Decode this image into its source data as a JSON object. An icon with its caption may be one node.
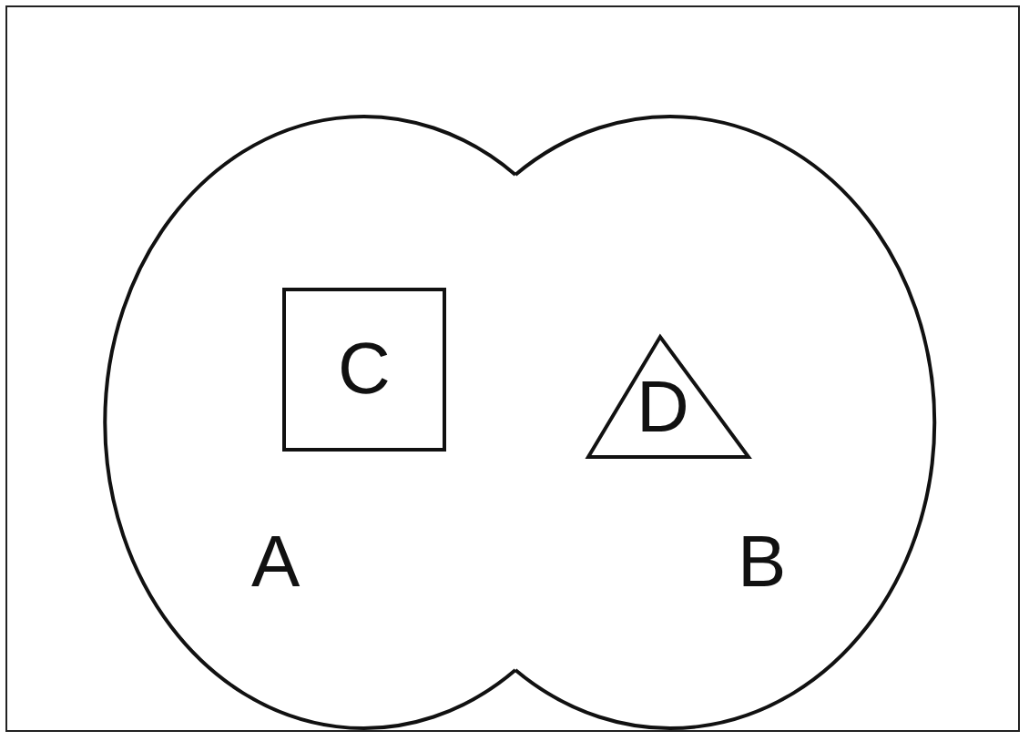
{
  "diagram": {
    "nodes": [
      {
        "text": [
          "A"
        ]
      },
      {
        "text": [
          "B"
        ]
      },
      {
        "text": [
          "C"
        ],
        "in": 0
      },
      {
        "text": [
          "D"
        ],
        "in": 1
      }
    ]
  }
}
